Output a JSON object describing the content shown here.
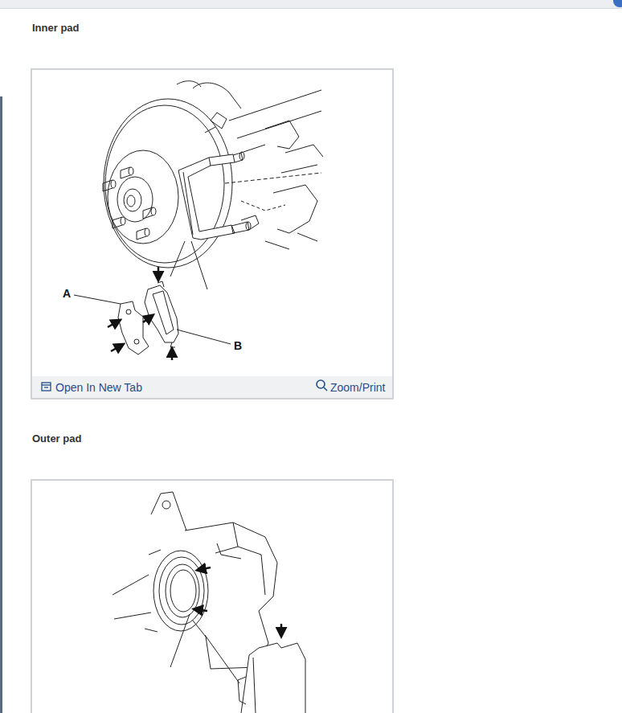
{
  "diagram": {
    "labels": [
      "Inner pad",
      "A",
      "B",
      "Open In New Tab",
      "Zoom/Print",
      "Outer pad"
    ]
  }
}
